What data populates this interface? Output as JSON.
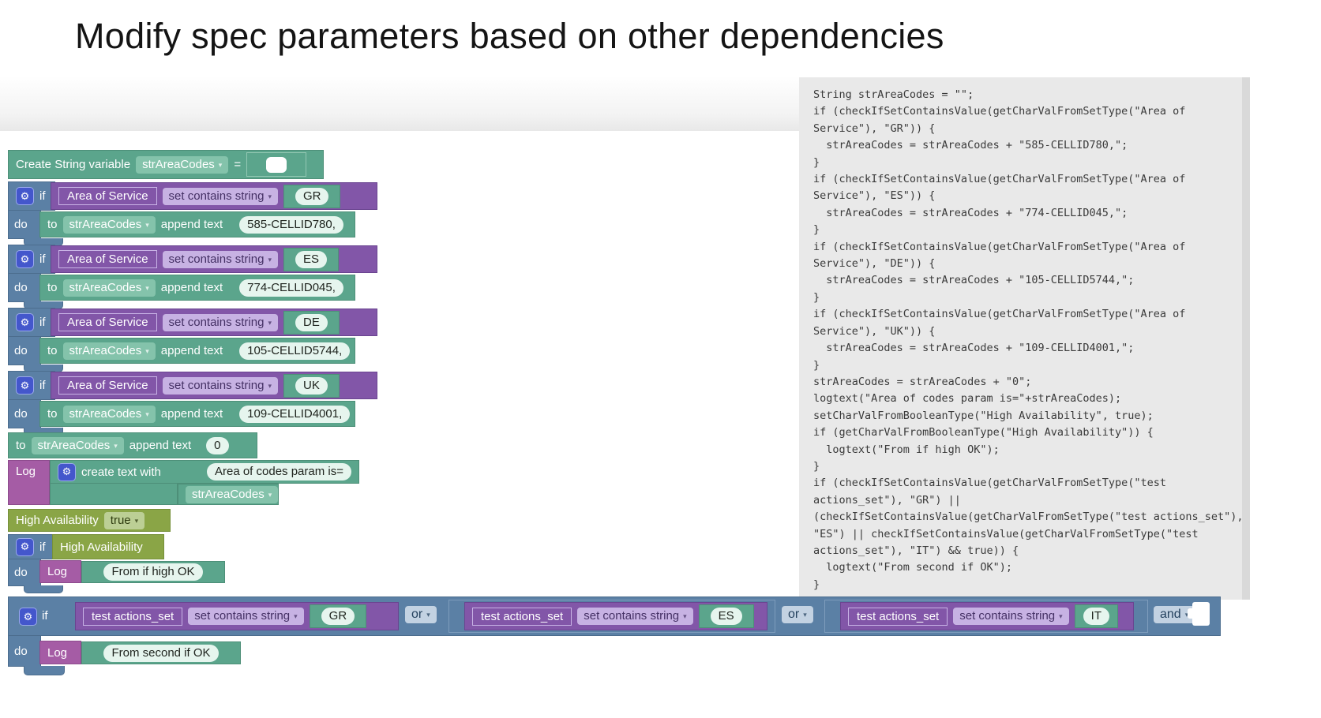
{
  "slide": {
    "title": "Modify spec parameters based on other dependencies"
  },
  "palette": {
    "teal": "#5ba58c",
    "blue": "#5b80a5",
    "purple": "#8256a8",
    "pink": "#a55ca5",
    "olive": "#8aa546",
    "code_bg": "#e9e9e9"
  },
  "icons": {
    "mutator_gear": "⚙",
    "dropdown_caret": "▾"
  },
  "blocks": {
    "labels": {
      "if": "if",
      "do": "do",
      "to": "to",
      "log": "Log",
      "or": "or",
      "and": "and",
      "equals": "=",
      "append": "append text",
      "set_contains": "set contains string",
      "create_text": "create text with"
    },
    "create_var": {
      "label": "Create String variable",
      "variable": "strAreaCodes"
    },
    "area_var": "Area of Service",
    "rows": [
      {
        "value": "GR",
        "append": "585-CELLID780,"
      },
      {
        "value": "ES",
        "append": "774-CELLID045,"
      },
      {
        "value": "DE",
        "append": "105-CELLID5744,"
      },
      {
        "value": "UK",
        "append": "109-CELLID4001,"
      }
    ],
    "append_zero": {
      "value": "0"
    },
    "log_create": {
      "text": "Area of codes param is=",
      "variable": "strAreaCodes"
    },
    "high_availability": {
      "name": "High Availability",
      "value": "true"
    },
    "if_high": {
      "condition": "High Availability",
      "message": "From if high OK"
    },
    "second_if": {
      "variable": "test actions_set",
      "values": [
        "GR",
        "ES",
        "IT"
      ],
      "message": "From second if OK"
    }
  },
  "code": {
    "lines": [
      "String strAreaCodes = \"\";",
      "if (checkIfSetContainsValue(getCharValFromSetType(\"Area of",
      "Service\"), \"GR\")) {",
      "  strAreaCodes = strAreaCodes + \"585-CELLID780,\";",
      "}",
      "if (checkIfSetContainsValue(getCharValFromSetType(\"Area of",
      "Service\"), \"ES\")) {",
      "  strAreaCodes = strAreaCodes + \"774-CELLID045,\";",
      "}",
      "if (checkIfSetContainsValue(getCharValFromSetType(\"Area of",
      "Service\"), \"DE\")) {",
      "  strAreaCodes = strAreaCodes + \"105-CELLID5744,\";",
      "}",
      "if (checkIfSetContainsValue(getCharValFromSetType(\"Area of",
      "Service\"), \"UK\")) {",
      "  strAreaCodes = strAreaCodes + \"109-CELLID4001,\";",
      "}",
      "strAreaCodes = strAreaCodes + \"0\";",
      "logtext(\"Area of codes param is=\"+strAreaCodes);",
      "setCharValFromBooleanType(\"High Availability\", true);",
      "if (getCharValFromBooleanType(\"High Availability\")) {",
      "  logtext(\"From if high OK\");",
      "}",
      "if (checkIfSetContainsValue(getCharValFromSetType(\"test",
      "actions_set\"), \"GR\") ||",
      "(checkIfSetContainsValue(getCharValFromSetType(\"test actions_set\"),",
      "\"ES\") || checkIfSetContainsValue(getCharValFromSetType(\"test",
      "actions_set\"), \"IT\") && true)) {",
      "  logtext(\"From second if OK\");",
      "}"
    ]
  }
}
